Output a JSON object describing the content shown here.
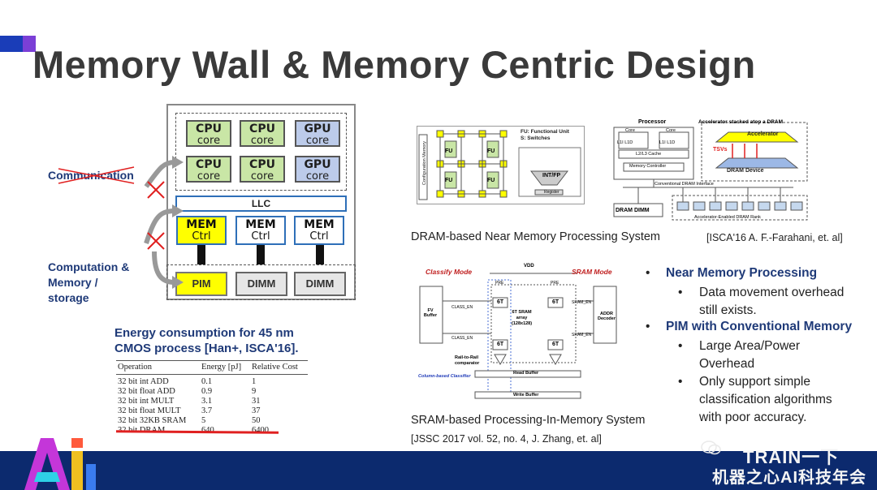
{
  "slide": {
    "title": "Memory Wall & Memory Centric Design"
  },
  "arch": {
    "cores": [
      {
        "l1": "CPU",
        "l2": "core",
        "kind": "cpu"
      },
      {
        "l1": "CPU",
        "l2": "core",
        "kind": "cpu"
      },
      {
        "l1": "GPU",
        "l2": "core",
        "kind": "gpu"
      },
      {
        "l1": "CPU",
        "l2": "core",
        "kind": "cpu"
      },
      {
        "l1": "CPU",
        "l2": "core",
        "kind": "cpu"
      },
      {
        "l1": "GPU",
        "l2": "core",
        "kind": "gpu"
      }
    ],
    "llc": "LLC",
    "mem": [
      {
        "l1": "MEM",
        "l2": "Ctrl"
      },
      {
        "l1": "MEM",
        "l2": "Ctrl"
      },
      {
        "l1": "MEM",
        "l2": "Ctrl"
      }
    ],
    "bottom": [
      "PIM",
      "DIMM",
      "DIMM"
    ],
    "label_comm": "Communication",
    "label_comp": [
      "Computation &",
      "Memory /",
      "storage"
    ]
  },
  "energy": {
    "title": [
      "Energy consumption for 45 nm",
      "CMOS process [Han+, ISCA'16]."
    ],
    "headers": [
      "Operation",
      "Energy [pJ]",
      "Relative Cost"
    ],
    "rows": [
      [
        "32 bit int ADD",
        "0.1",
        "1"
      ],
      [
        "32 bit float ADD",
        "0.9",
        "9"
      ],
      [
        "32 bit int MULT",
        "3.1",
        "31"
      ],
      [
        "32 bit float MULT",
        "3.7",
        "37"
      ],
      [
        "32 bit 32KB SRAM",
        "5",
        "50"
      ],
      [
        "32 bit DRAM",
        "640",
        "6400"
      ]
    ]
  },
  "fig1": {
    "legend": [
      "FU: Functional Unit",
      "S: Switches"
    ],
    "side": "Configuration Memory",
    "fu": "FU",
    "alu": "INT/FP",
    "reg": "Register"
  },
  "fig2": {
    "processor": "Processor",
    "core": "Core",
    "l1i": "L1I",
    "l1d": "L1D",
    "l2": "L2/L3 Cache",
    "mc": "Memory Controller",
    "iface": "Conventional DRAM Interface",
    "dimm": "DRAM DIMM",
    "stack_title": "Accelerator stacked atop a DRAM",
    "accel": "Accelerator",
    "tsv": "TSVs",
    "device": "DRAM Device",
    "rank": "Accelerator-Enabled DRAM Rank"
  },
  "fig3": {
    "classify": "Classify Mode",
    "sram_mode": "SRAM Mode",
    "vdd": "VDD",
    "fv": "FV Buffer",
    "addr": "ADDR Decoder",
    "array": [
      "6T SRAM",
      "array",
      "(128x128)"
    ],
    "cell": "6T",
    "classen": "CLASS_EN",
    "sramen": "SRAM_EN",
    "pre": "PRE",
    "rail": [
      "Rail-to-Rail",
      "comparator"
    ],
    "colcls": "Column-based Classifier",
    "readbuf": "Read Buffer",
    "writebuf": "Write Buffer"
  },
  "captions": {
    "dram": "DRAM-based Near Memory Processing System",
    "dram_cite": "[ISCA'16 A. F.-Farahani, et. al]",
    "sram": "SRAM-based Processing-In-Memory System",
    "sram_cite": "[JSSC 2017 vol. 52, no. 4, J. Zhang, et. al]"
  },
  "bullets": {
    "b1": "Near Memory Processing",
    "b1a": [
      "Data movement overhead",
      "still exists."
    ],
    "b2": "PIM with Conventional Memory",
    "b2a": [
      "Large Area/Power",
      "Overhead"
    ],
    "b2b": [
      "Only support simple",
      "classification algorithms",
      "with poor accuracy."
    ]
  },
  "banner": {
    "wm1": "TRAIN一下",
    "wm2": "机器之心AI科技年会"
  },
  "colors": {
    "title": "#3a3a3a",
    "label": "#1f3a78",
    "band": "#0c2a6e",
    "cpu": "#c9e6a6",
    "gpu": "#bccbea",
    "yellow": "#ffff00",
    "strike": "#e02020"
  }
}
